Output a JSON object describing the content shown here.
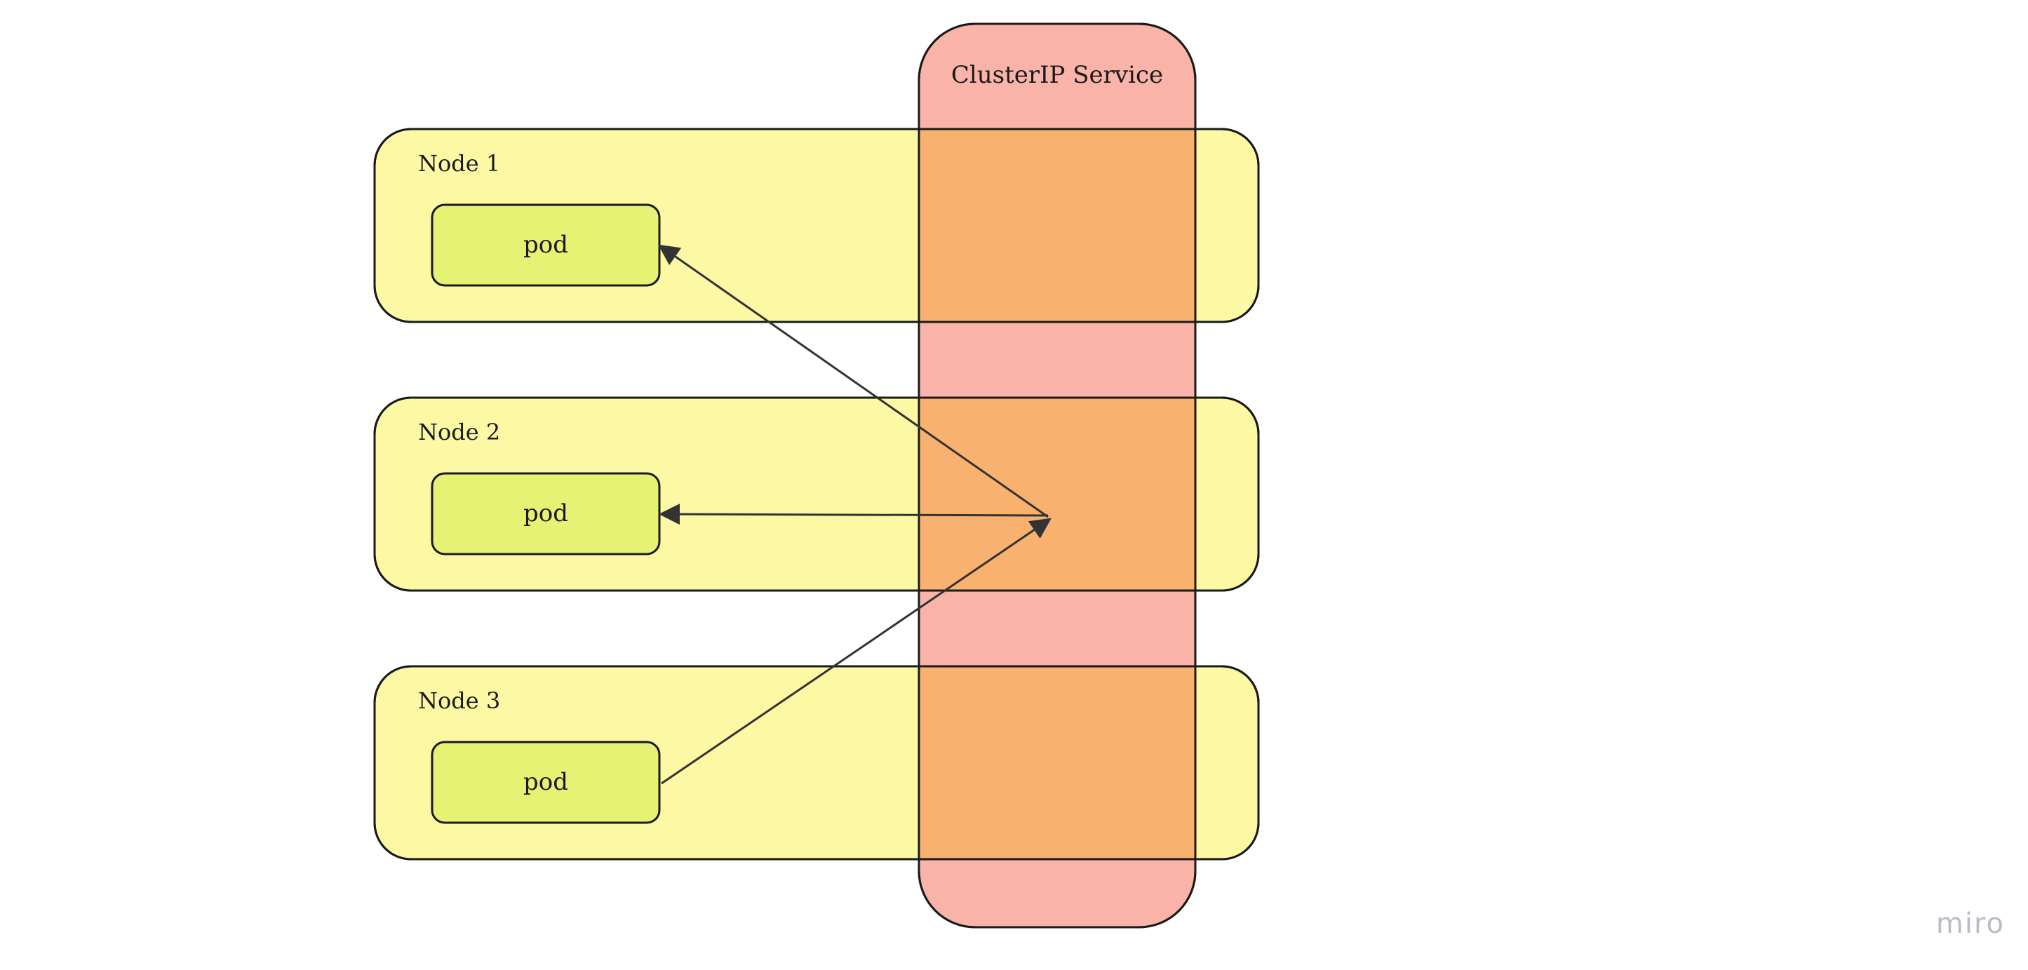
{
  "diagram": {
    "service": {
      "label": "ClusterIP Service",
      "fill": "#F9B3A8",
      "overlap_fill": "#F8B16E"
    },
    "nodes": [
      {
        "label": "Node 1",
        "pod_label": "pod"
      },
      {
        "label": "Node 2",
        "pod_label": "pod"
      },
      {
        "label": "Node 3",
        "pod_label": "pod"
      }
    ],
    "colors": {
      "node_fill": "#FDF8A4",
      "pod_fill": "#E5F274",
      "stroke": "#1a1a1a",
      "arrow": "#333333"
    },
    "watermark": "miro"
  }
}
